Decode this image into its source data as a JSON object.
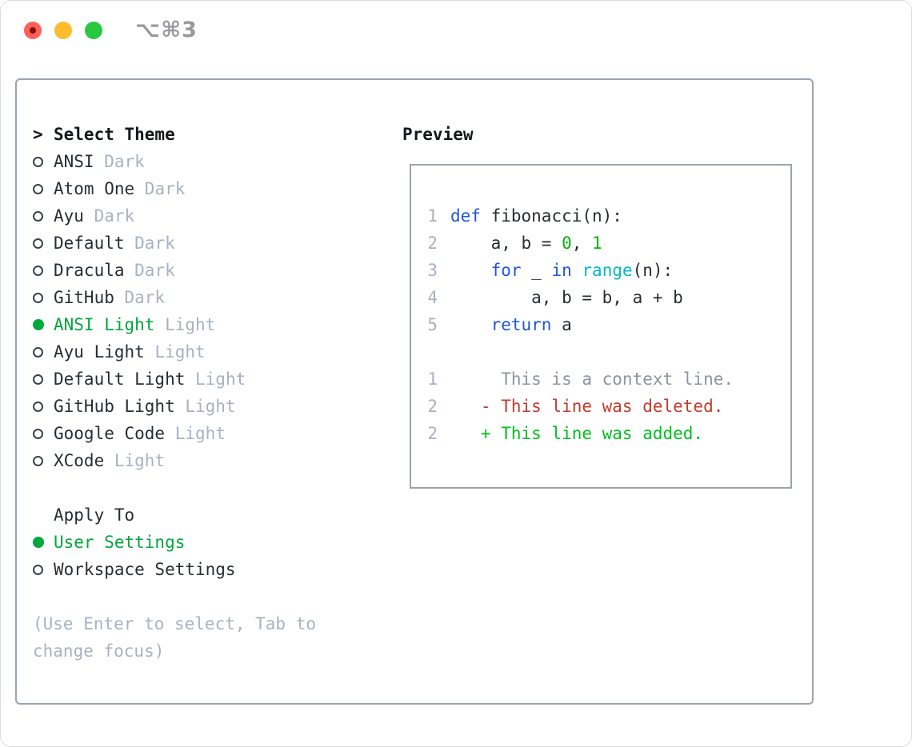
{
  "window": {
    "title": "⌥⌘3"
  },
  "colors": {
    "text_dark": "#272d34",
    "header_dark": "#14171b",
    "muted_gray": "#a9b2c0",
    "context_gray": "#8d949d",
    "line_number_gray": "#a7b1bf",
    "border_gray": "#9aa4b1",
    "selected_green": "#00a73c",
    "added_green": "#00c020",
    "number_green": "#00b307",
    "keyword_blue": "#1f57dc",
    "function_cyan": "#00b8cd",
    "deleted_red": "#c43a2b",
    "radio_ring": "#3b424b",
    "title_gray": "#98999d",
    "traffic_red": "#ff5f57",
    "traffic_red_dot": "#85120c",
    "traffic_yellow": "#febc2e",
    "traffic_green": "#28c840"
  },
  "theme_panel": {
    "prompt": ">",
    "header": "Select Theme",
    "items": [
      {
        "name": "ANSI",
        "variant": "Dark",
        "selected": false
      },
      {
        "name": "Atom One",
        "variant": "Dark",
        "selected": false
      },
      {
        "name": "Ayu",
        "variant": "Dark",
        "selected": false
      },
      {
        "name": "Default",
        "variant": "Dark",
        "selected": false
      },
      {
        "name": "Dracula",
        "variant": "Dark",
        "selected": false
      },
      {
        "name": "GitHub",
        "variant": "Dark",
        "selected": false
      },
      {
        "name": "ANSI Light",
        "variant": "Light",
        "selected": true
      },
      {
        "name": "Ayu Light",
        "variant": "Light",
        "selected": false
      },
      {
        "name": "Default Light",
        "variant": "Light",
        "selected": false
      },
      {
        "name": "GitHub Light",
        "variant": "Light",
        "selected": false
      },
      {
        "name": "Google Code",
        "variant": "Light",
        "selected": false
      },
      {
        "name": "XCode",
        "variant": "Light",
        "selected": false
      }
    ],
    "apply_to": {
      "header": "Apply To",
      "options": [
        {
          "label": "User Settings",
          "selected": true
        },
        {
          "label": "Workspace Settings",
          "selected": false
        }
      ]
    },
    "help_lines": [
      "(Use Enter to select, Tab to",
      "change focus)"
    ]
  },
  "preview": {
    "header": "Preview",
    "code_lines": [
      {
        "num": "1",
        "segments": [
          {
            "t": "def",
            "s": "kw"
          },
          {
            "t": " fibonacci(n):",
            "s": "plain"
          }
        ]
      },
      {
        "num": "2",
        "segments": [
          {
            "t": "    a, b = ",
            "s": "plain"
          },
          {
            "t": "0",
            "s": "num"
          },
          {
            "t": ", ",
            "s": "plain"
          },
          {
            "t": "1",
            "s": "num"
          }
        ]
      },
      {
        "num": "3",
        "segments": [
          {
            "t": "    ",
            "s": "plain"
          },
          {
            "t": "for",
            "s": "kw"
          },
          {
            "t": " _ ",
            "s": "plain"
          },
          {
            "t": "in",
            "s": "kw"
          },
          {
            "t": " ",
            "s": "plain"
          },
          {
            "t": "range",
            "s": "fn"
          },
          {
            "t": "(n):",
            "s": "plain"
          }
        ]
      },
      {
        "num": "4",
        "segments": [
          {
            "t": "        a, b = b, a + b",
            "s": "plain"
          }
        ]
      },
      {
        "num": "5",
        "segments": [
          {
            "t": "    ",
            "s": "plain"
          },
          {
            "t": "return",
            "s": "kw"
          },
          {
            "t": " a",
            "s": "plain"
          }
        ]
      },
      {
        "num": "",
        "segments": []
      },
      {
        "num": "1",
        "segments": [
          {
            "t": "     This is a context line.",
            "s": "ctx"
          }
        ]
      },
      {
        "num": "2",
        "segments": [
          {
            "t": "   - This line was deleted.",
            "s": "del"
          }
        ]
      },
      {
        "num": "2",
        "segments": [
          {
            "t": "   + This line was added.",
            "s": "add"
          }
        ]
      }
    ]
  }
}
